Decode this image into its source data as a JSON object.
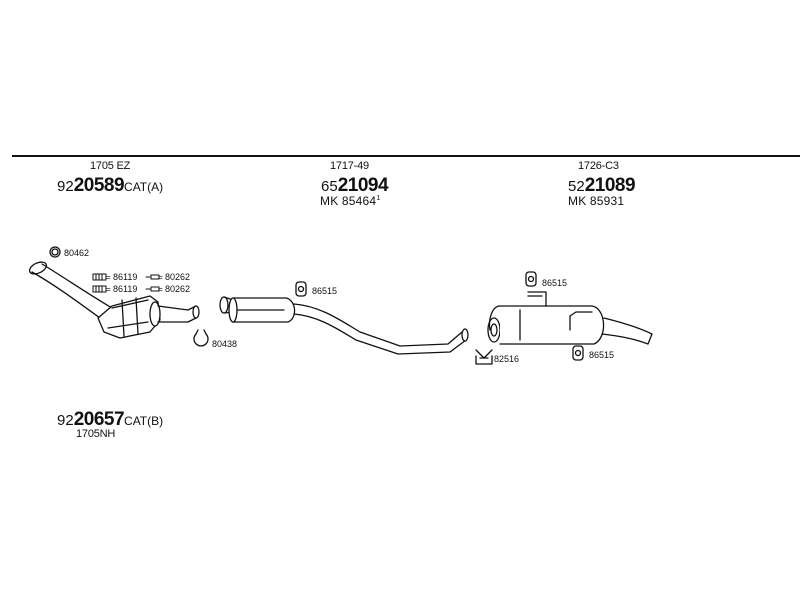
{
  "sections": [
    {
      "code": "1705 EZ",
      "part_prefix": "92",
      "part_main": "20589",
      "part_suffix": "CAT(A)",
      "mk": ""
    },
    {
      "code": "1717-49",
      "part_prefix": "65",
      "part_main": "21094",
      "part_suffix": "",
      "mk": "MK 85464",
      "mk_sup": "1"
    },
    {
      "code": "1726-C3",
      "part_prefix": "52",
      "part_main": "21089",
      "part_suffix": "",
      "mk": "MK 85931"
    }
  ],
  "bottom_part": {
    "part_prefix": "92",
    "part_main": "20657",
    "part_suffix": "CAT(B)",
    "code": "1705NH"
  },
  "callouts": {
    "gasket_top": "80462",
    "bolt_upper": "86119",
    "nut_upper": "80262",
    "bolt_lower": "86119",
    "nut_lower": "80262",
    "clamp": "80438",
    "hanger_mid": "86515",
    "hanger_rear_top": "86515",
    "bracket_rear": "82516",
    "hanger_rear_bottom": "86515"
  }
}
